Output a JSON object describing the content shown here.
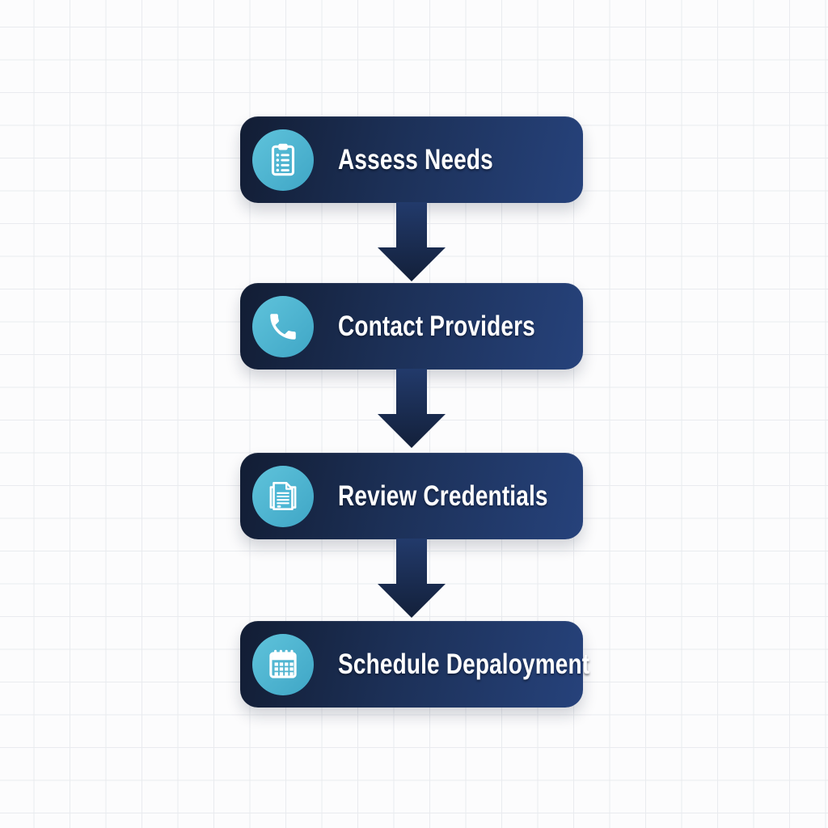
{
  "flow": {
    "steps": [
      {
        "label": "Assess Needs",
        "icon": "clipboard-icon"
      },
      {
        "label": "Contact Providers",
        "icon": "phone-icon"
      },
      {
        "label": "Review Credentials",
        "icon": "documents-icon"
      },
      {
        "label": "Schedule Depaloyment",
        "icon": "calendar-icon"
      }
    ],
    "colors": {
      "page_bg": "#fcfcfd",
      "grid_line": "#e9ebef",
      "box_dark": "#121d34",
      "box_mid": "#1c3057",
      "box_light": "#26427b",
      "icon_circle_light": "#5fc3db",
      "icon_circle_dark": "#3fa6c6",
      "icon_circle_mid": "#4db7d5",
      "arrow_top": "#223a6b",
      "arrow_bottom": "#13203a",
      "label_text": "#ffffff"
    }
  }
}
